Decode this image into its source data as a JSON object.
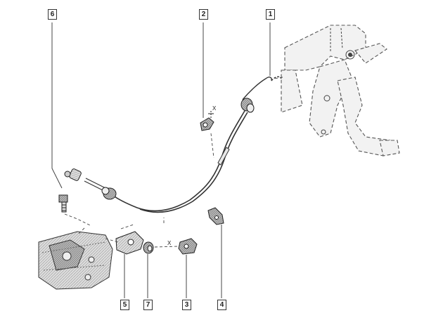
{
  "callouts": {
    "c1": "1",
    "c2": "2",
    "c3": "3",
    "c4": "4",
    "c5": "5",
    "c6": "6",
    "c7": "7"
  },
  "annotations": {
    "x_mark_upper": "X",
    "x_mark_lower": "X"
  },
  "colors": {
    "line": "#333333",
    "shade": "#9a9a9a",
    "dash": "#444444"
  }
}
